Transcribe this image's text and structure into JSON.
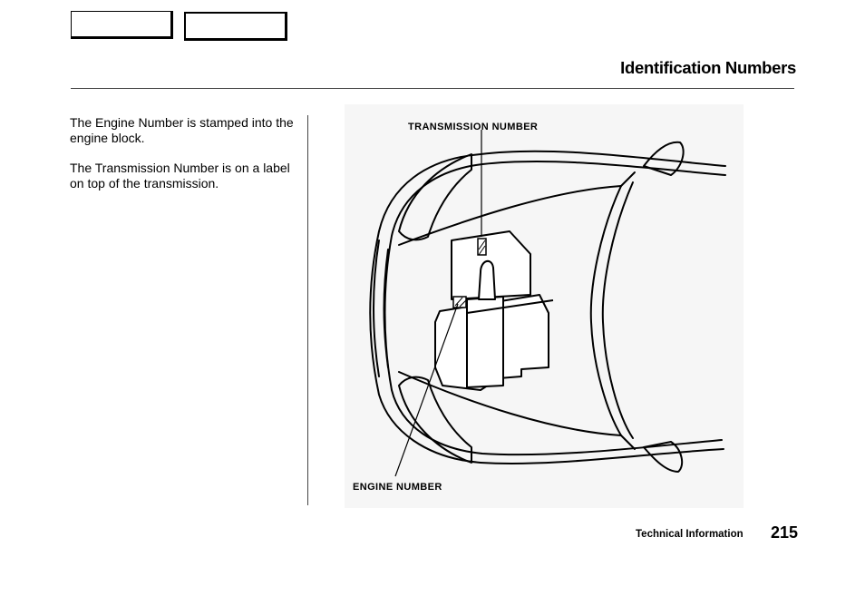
{
  "nav": {
    "button_1_label": "",
    "button_2_label": ""
  },
  "page": {
    "title": "Identification Numbers"
  },
  "body": {
    "paragraph_1": "The Engine Number is stamped into the engine block.",
    "paragraph_2": "The Transmission Number is on a label on top of the transmission."
  },
  "diagram": {
    "transmission_label": "TRANSMISSION NUMBER",
    "engine_label": "ENGINE NUMBER"
  },
  "footer": {
    "section": "Technical Information",
    "page_number": "215"
  }
}
